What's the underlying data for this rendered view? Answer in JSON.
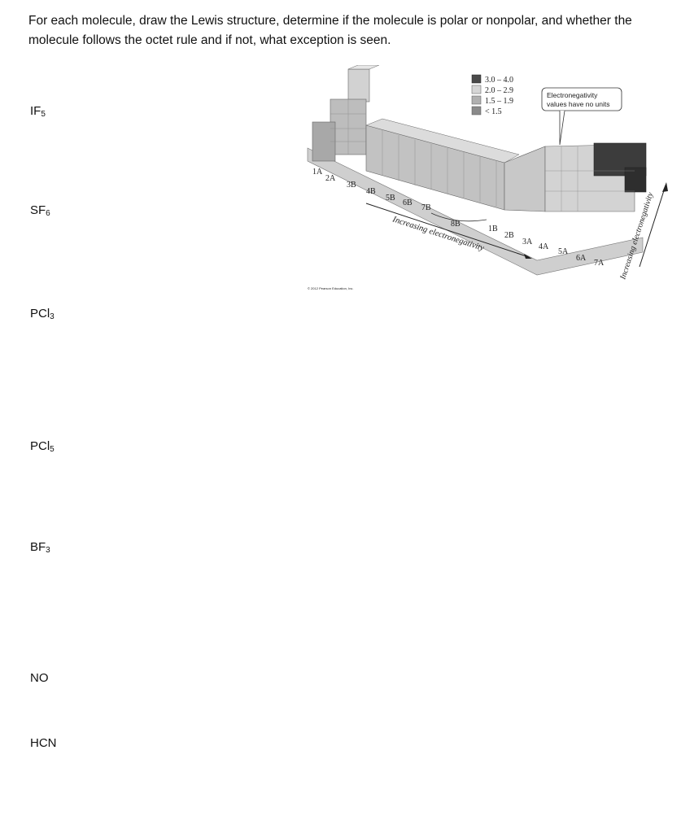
{
  "instructions": "For each molecule, draw the Lewis structure, determine if the molecule is polar or nonpolar, and whether the molecule follows the octet rule and if not, what exception is seen.",
  "molecules": [
    {
      "base": "IF",
      "sub": "5"
    },
    {
      "base": "SF",
      "sub": "6"
    },
    {
      "base": "PCl",
      "sub": "3"
    },
    {
      "base": "PCl",
      "sub": "5"
    },
    {
      "base": "BF",
      "sub": "3"
    },
    {
      "base": "NO",
      "sub": ""
    },
    {
      "base": "HCN",
      "sub": ""
    }
  ],
  "figure": {
    "legend": [
      {
        "label": "3.0 – 4.0",
        "color": "#4a4a4a"
      },
      {
        "label": "2.0 – 2.9",
        "color": "#d6d6d6"
      },
      {
        "label": "1.5 – 1.9",
        "color": "#b0b0b0"
      },
      {
        "label": "< 1.5",
        "color": "#8a8a8a"
      }
    ],
    "callout_line1": "Electronegativity",
    "callout_line2": "values have no units",
    "groups": {
      "g1a": "1A",
      "g2a": "2A",
      "g3b": "3B",
      "g4b": "4B",
      "g5b": "5B",
      "g6b": "6B",
      "g7b": "7B",
      "g8b": "8B",
      "g1b": "1B",
      "g2b": "2B",
      "g3a": "3A",
      "g4a": "4A",
      "g5a": "5A",
      "g6a": "6A",
      "g7a": "7A"
    },
    "x_arrow_label": "Increasing electronegativity",
    "y_arrow_label": "Increasing electronegativity",
    "copyright": "© 2012 Pearson Education, Inc."
  }
}
